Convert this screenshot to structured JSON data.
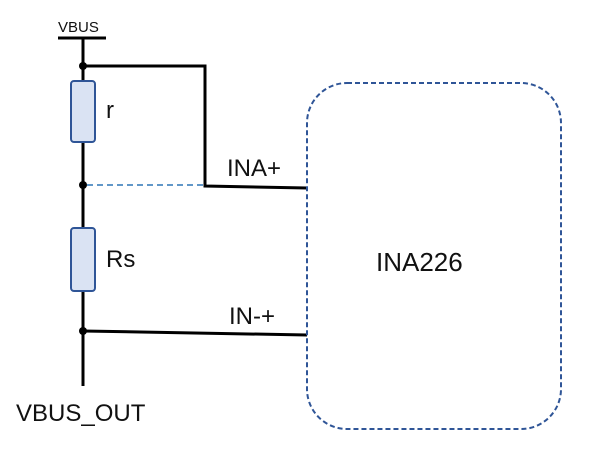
{
  "diagram": {
    "supply_label": "VBUS",
    "output_label": "VBUS_OUT",
    "resistor_top_label": "r",
    "resistor_bottom_label": "Rs",
    "pin_plus_label": "INA+",
    "pin_minus_label": "IN-+",
    "chip_label": "INA226"
  },
  "colors": {
    "wire": "#000000",
    "chip_border": "#2F5597",
    "dashed_link": "#2E75B6",
    "resistor_fill": "#DAE3F3",
    "resistor_border": "#2F5597"
  }
}
